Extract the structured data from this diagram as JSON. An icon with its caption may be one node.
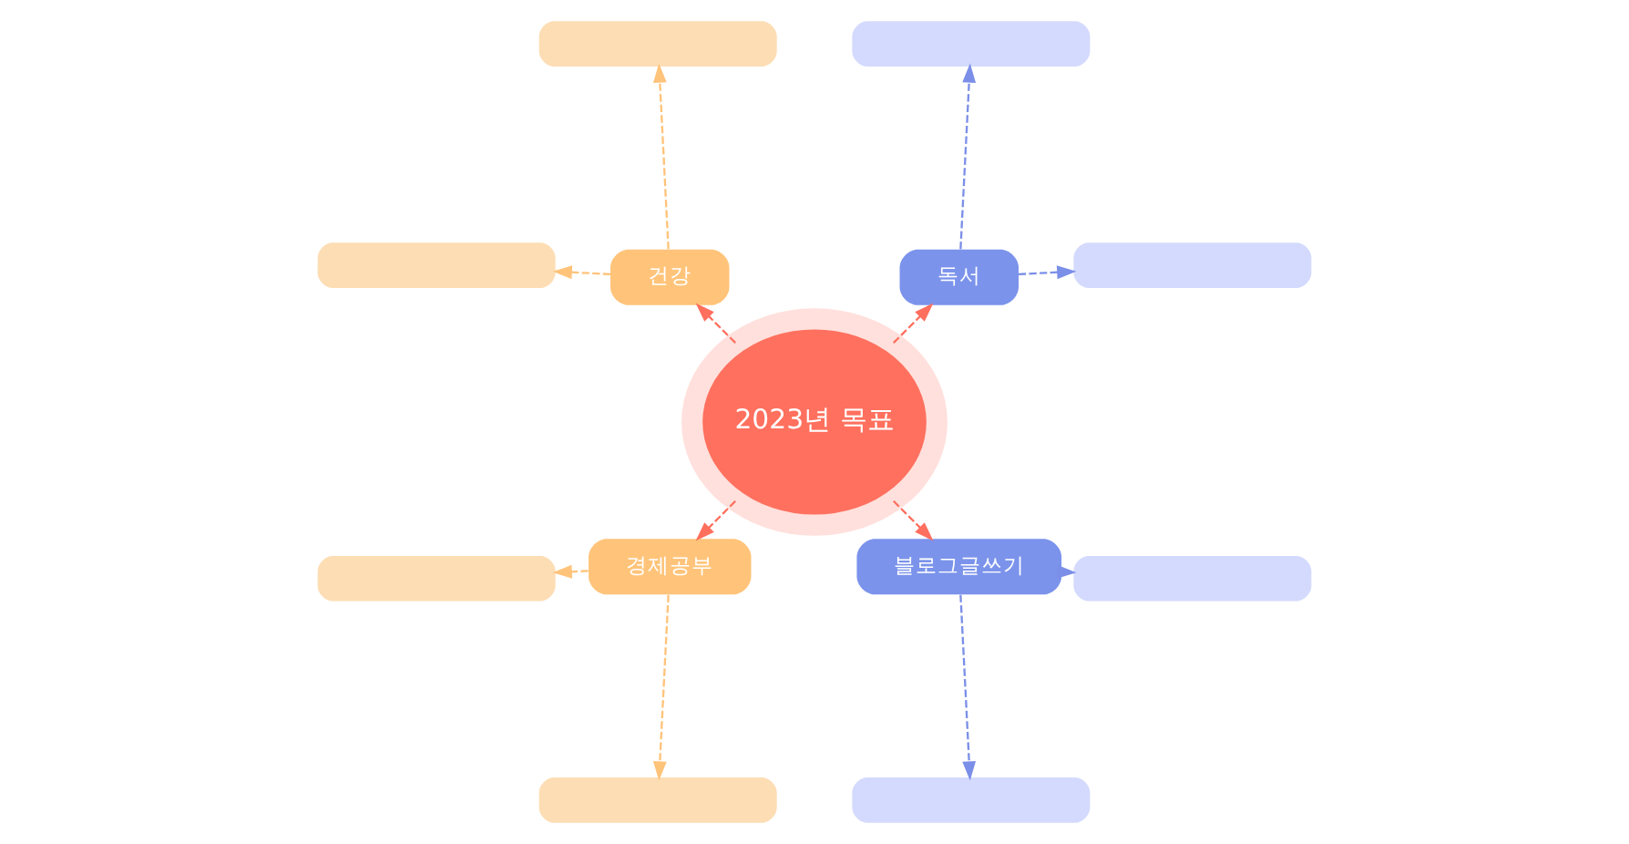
{
  "diagram": {
    "nodes": [
      {
        "text": [
          "2023년 목표"
        ]
      },
      {
        "text": [
          "독서"
        ]
      },
      {
        "text": [],
        "shape": "box"
      },
      {
        "text": [],
        "shape": "box"
      },
      {
        "text": [
          "건강"
        ]
      },
      {
        "text": [],
        "shape": "box"
      },
      {
        "text": [],
        "shape": "box"
      },
      {
        "text": [
          "경제공부"
        ]
      },
      {
        "text": [],
        "shape": "box"
      },
      {
        "text": [],
        "shape": "box"
      },
      {
        "text": [
          "블로그글쓰기"
        ]
      },
      {
        "text": [],
        "shape": "box"
      },
      {
        "text": [],
        "shape": "box"
      }
    ],
    "edges": [
      {
        "from": 0,
        "to": 1,
        "arrow": "to",
        "style": "dashed",
        "color": "#ff6f5e"
      },
      {
        "from": 0,
        "to": 4,
        "arrow": "to",
        "style": "dashed",
        "color": "#ff6f5e"
      },
      {
        "from": 0,
        "to": 7,
        "arrow": "to",
        "style": "dashed",
        "color": "#ff6f5e"
      },
      {
        "from": 0,
        "to": 10,
        "arrow": "to",
        "style": "dashed",
        "color": "#ff6f5e"
      },
      {
        "from": 1,
        "to": 2,
        "arrow": "to",
        "style": "dashed",
        "color": "#7b8fe8"
      },
      {
        "from": 1,
        "to": 3,
        "arrow": "to",
        "style": "dashed",
        "color": "#7b8fe8"
      },
      {
        "from": 4,
        "to": 5,
        "arrow": "to",
        "style": "dashed",
        "color": "#ffc37a"
      },
      {
        "from": 4,
        "to": 6,
        "arrow": "to",
        "style": "dashed",
        "color": "#ffc37a"
      },
      {
        "from": 7,
        "to": 8,
        "arrow": "to",
        "style": "dashed",
        "color": "#ffc37a"
      },
      {
        "from": 7,
        "to": 9,
        "arrow": "to",
        "style": "dashed",
        "color": "#ffc37a"
      },
      {
        "from": 10,
        "to": 11,
        "arrow": "to",
        "style": "dashed",
        "color": "#7b8fe8"
      },
      {
        "from": 10,
        "to": 12,
        "arrow": "to",
        "style": "dashed",
        "color": "#7b8fe8"
      }
    ]
  }
}
